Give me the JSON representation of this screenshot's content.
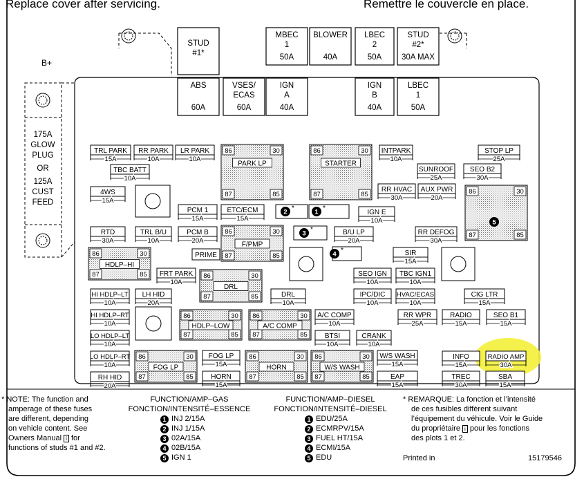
{
  "header": {
    "left": "Replace cover after servicing.",
    "right": "Remettre le couvercle en place."
  },
  "studs": [
    {
      "id": "stud1",
      "l1": "STUD",
      "l2": "#1*",
      "l3": ""
    },
    {
      "id": "mbec1",
      "l1": "MBEC",
      "l2": "1",
      "l3": "50A"
    },
    {
      "id": "blower",
      "l1": "BLOWER",
      "l2": "",
      "l3": "40A"
    },
    {
      "id": "lbec2",
      "l1": "LBEC",
      "l2": "2",
      "l3": "50A"
    },
    {
      "id": "stud2",
      "l1": "STUD",
      "l2": "#2*",
      "l3": "30A MAX"
    },
    {
      "id": "abs",
      "l1": "ABS",
      "l2": "",
      "l3": "60A"
    },
    {
      "id": "vses",
      "l1": "VSES/",
      "l2": "ECAS",
      "l3": "60A"
    },
    {
      "id": "igna",
      "l1": "IGN",
      "l2": "A",
      "l3": "40A"
    },
    {
      "id": "ignb",
      "l1": "IGN",
      "l2": "B",
      "l3": "40A"
    },
    {
      "id": "lbec1",
      "l1": "LBEC",
      "l2": "1",
      "l3": "50A"
    }
  ],
  "bplus": "B+",
  "side_block": [
    "175A",
    "GLOW",
    "PLUG",
    "OR",
    "125A",
    "CUST",
    "FEED"
  ],
  "fuses": [
    {
      "id": "trl-park",
      "name": "TRL PARK",
      "amp": "15A"
    },
    {
      "id": "rr-park",
      "name": "RR PARK",
      "amp": "10A"
    },
    {
      "id": "lr-park",
      "name": "LR PARK",
      "amp": "10A"
    },
    {
      "id": "tbc-batt",
      "name": "TBC BATT",
      "amp": "10A"
    },
    {
      "id": "4ws",
      "name": "4WS",
      "amp": "15A"
    },
    {
      "id": "intpark",
      "name": "INTPARK",
      "amp": "10A"
    },
    {
      "id": "stop-lp",
      "name": "STOP LP",
      "amp": "25A"
    },
    {
      "id": "sunroof",
      "name": "SUNROOF",
      "amp": "25A"
    },
    {
      "id": "seo-b2",
      "name": "SEO B2",
      "amp": "30A"
    },
    {
      "id": "rr-hvac",
      "name": "RR HVAC",
      "amp": "30A"
    },
    {
      "id": "aux-pwr",
      "name": "AUX PWR",
      "amp": "20A"
    },
    {
      "id": "pcm1",
      "name": "PCM 1",
      "amp": "15A"
    },
    {
      "id": "etc-ecm",
      "name": "ETC/ECM",
      "amp": "15A"
    },
    {
      "id": "ign-e",
      "name": "IGN E",
      "amp": "10A"
    },
    {
      "id": "rtd",
      "name": "RTD",
      "amp": "30A"
    },
    {
      "id": "trl-bu",
      "name": "TRL B/U",
      "amp": "10A"
    },
    {
      "id": "pcm-b",
      "name": "PCM B",
      "amp": "20A"
    },
    {
      "id": "bu-lp",
      "name": "B/U LP",
      "amp": "20A"
    },
    {
      "id": "rr-defog",
      "name": "RR DEFOG",
      "amp": "30A"
    },
    {
      "id": "sir",
      "name": "SIR",
      "amp": "15A"
    },
    {
      "id": "frt-park",
      "name": "FRT PARK",
      "amp": "10A"
    },
    {
      "id": "seo-ign",
      "name": "SEO IGN",
      "amp": "10A"
    },
    {
      "id": "tbc-ign1",
      "name": "TBC IGN1",
      "amp": "10A"
    },
    {
      "id": "hi-hdlp-lt",
      "name": "HI HDLP–LT",
      "amp": "10A"
    },
    {
      "id": "lh-hid",
      "name": "LH HID",
      "amp": "20A"
    },
    {
      "id": "drl-fuse",
      "name": "DRL",
      "amp": "10A"
    },
    {
      "id": "ipc-dic",
      "name": "IPC/DIC",
      "amp": "10A"
    },
    {
      "id": "hvac-ecas",
      "name": "HVAC/ECAS",
      "amp": "10A"
    },
    {
      "id": "cig-ltr",
      "name": "CIG LTR",
      "amp": "15A"
    },
    {
      "id": "hi-hdlp-rt",
      "name": "HI HDLP–RT",
      "amp": "10A"
    },
    {
      "id": "a-c-comp-fuse",
      "name": "A/C COMP",
      "amp": "10A"
    },
    {
      "id": "rr-wpr",
      "name": "RR WPR",
      "amp": "25A"
    },
    {
      "id": "radio",
      "name": "RADIO",
      "amp": "15A"
    },
    {
      "id": "seo-b1",
      "name": "SEO B1",
      "amp": "15A"
    },
    {
      "id": "lo-hdlp-lt",
      "name": "LO HDLP–LT",
      "amp": "10A"
    },
    {
      "id": "btsi",
      "name": "BTSI",
      "amp": "10A"
    },
    {
      "id": "crank",
      "name": "CRANK",
      "amp": "10A"
    },
    {
      "id": "lo-hdlp-rt",
      "name": "LO HDLP–RT",
      "amp": "10A"
    },
    {
      "id": "fog-lp-fuse",
      "name": "FOG LP",
      "amp": "15A"
    },
    {
      "id": "ws-wash-fuse",
      "name": "W/S WASH",
      "amp": "15A"
    },
    {
      "id": "info",
      "name": "INFO",
      "amp": "15A"
    },
    {
      "id": "radio-amp",
      "name": "RADIO AMP",
      "amp": "30A"
    },
    {
      "id": "rh-hid",
      "name": "RH HID",
      "amp": "20A"
    },
    {
      "id": "horn-fuse",
      "name": "HORN",
      "amp": "15A"
    },
    {
      "id": "eap",
      "name": "EAP",
      "amp": "15A"
    },
    {
      "id": "trec",
      "name": "TREC",
      "amp": "30A"
    },
    {
      "id": "sba",
      "name": "SBA",
      "amp": "15A"
    }
  ],
  "relays": [
    {
      "id": "park-lp",
      "name": "PARK LP"
    },
    {
      "id": "starter",
      "name": "STARTER"
    },
    {
      "id": "f-pmp",
      "name": "F/PMP"
    },
    {
      "id": "hdlp-hi",
      "name": "HDLP–HI"
    },
    {
      "id": "drl-relay",
      "name": "DRL"
    },
    {
      "id": "hdlp-low",
      "name": "HDLP–LOW"
    },
    {
      "id": "a-c-comp-relay",
      "name": "A/C COMP"
    },
    {
      "id": "fog-lp-relay",
      "name": "FOG LP"
    },
    {
      "id": "horn-relay",
      "name": "HORN"
    },
    {
      "id": "ws-wash-relay",
      "name": "W/S WASH"
    },
    {
      "id": "relay5",
      "name": ""
    }
  ],
  "pins": {
    "p86": "86",
    "p30": "30",
    "p87": "87",
    "p85": "85"
  },
  "prime": "PRIME",
  "markers": [
    "1",
    "2",
    "3",
    "4",
    "5"
  ],
  "star": "*",
  "highlight_color": "#f3ef3a",
  "note": {
    "lines": [
      "NOTE:  The function and",
      "amperage of these fuses",
      "are different, depending",
      "on vehicle content.  See",
      "Owners Manual",
      "functions of studs #1 and #2."
    ],
    "for": "for",
    "book": "i"
  },
  "gas": {
    "title1": "FUNCTION/AMP–GAS",
    "title2": "FONCTION/INTENSITÉ–ESSENCE",
    "items": [
      "INJ 2/15A",
      "INJ 1/15A",
      "02A/15A",
      "02B/15A",
      "IGN 1"
    ]
  },
  "diesel": {
    "title1": "FUNCTION/AMP–DIESEL",
    "title2": "FONCTION/INTENSITÉ–DIESEL",
    "items": [
      "EDU/25A",
      "ECMRPV/15A",
      "FUEL HT/15A",
      "ECMI/15A",
      "EDU"
    ]
  },
  "remarque": {
    "lines": [
      "REMARQUE:  La fonction et l’intensité",
      "de ces fusibles diffèrent suivant",
      "l’équipement du véhicule. Voir le Guide",
      "du propriétaire",
      "pour les fonctions",
      "des plots 1 et 2."
    ]
  },
  "printed": "Printed in",
  "part_no": "15179546"
}
